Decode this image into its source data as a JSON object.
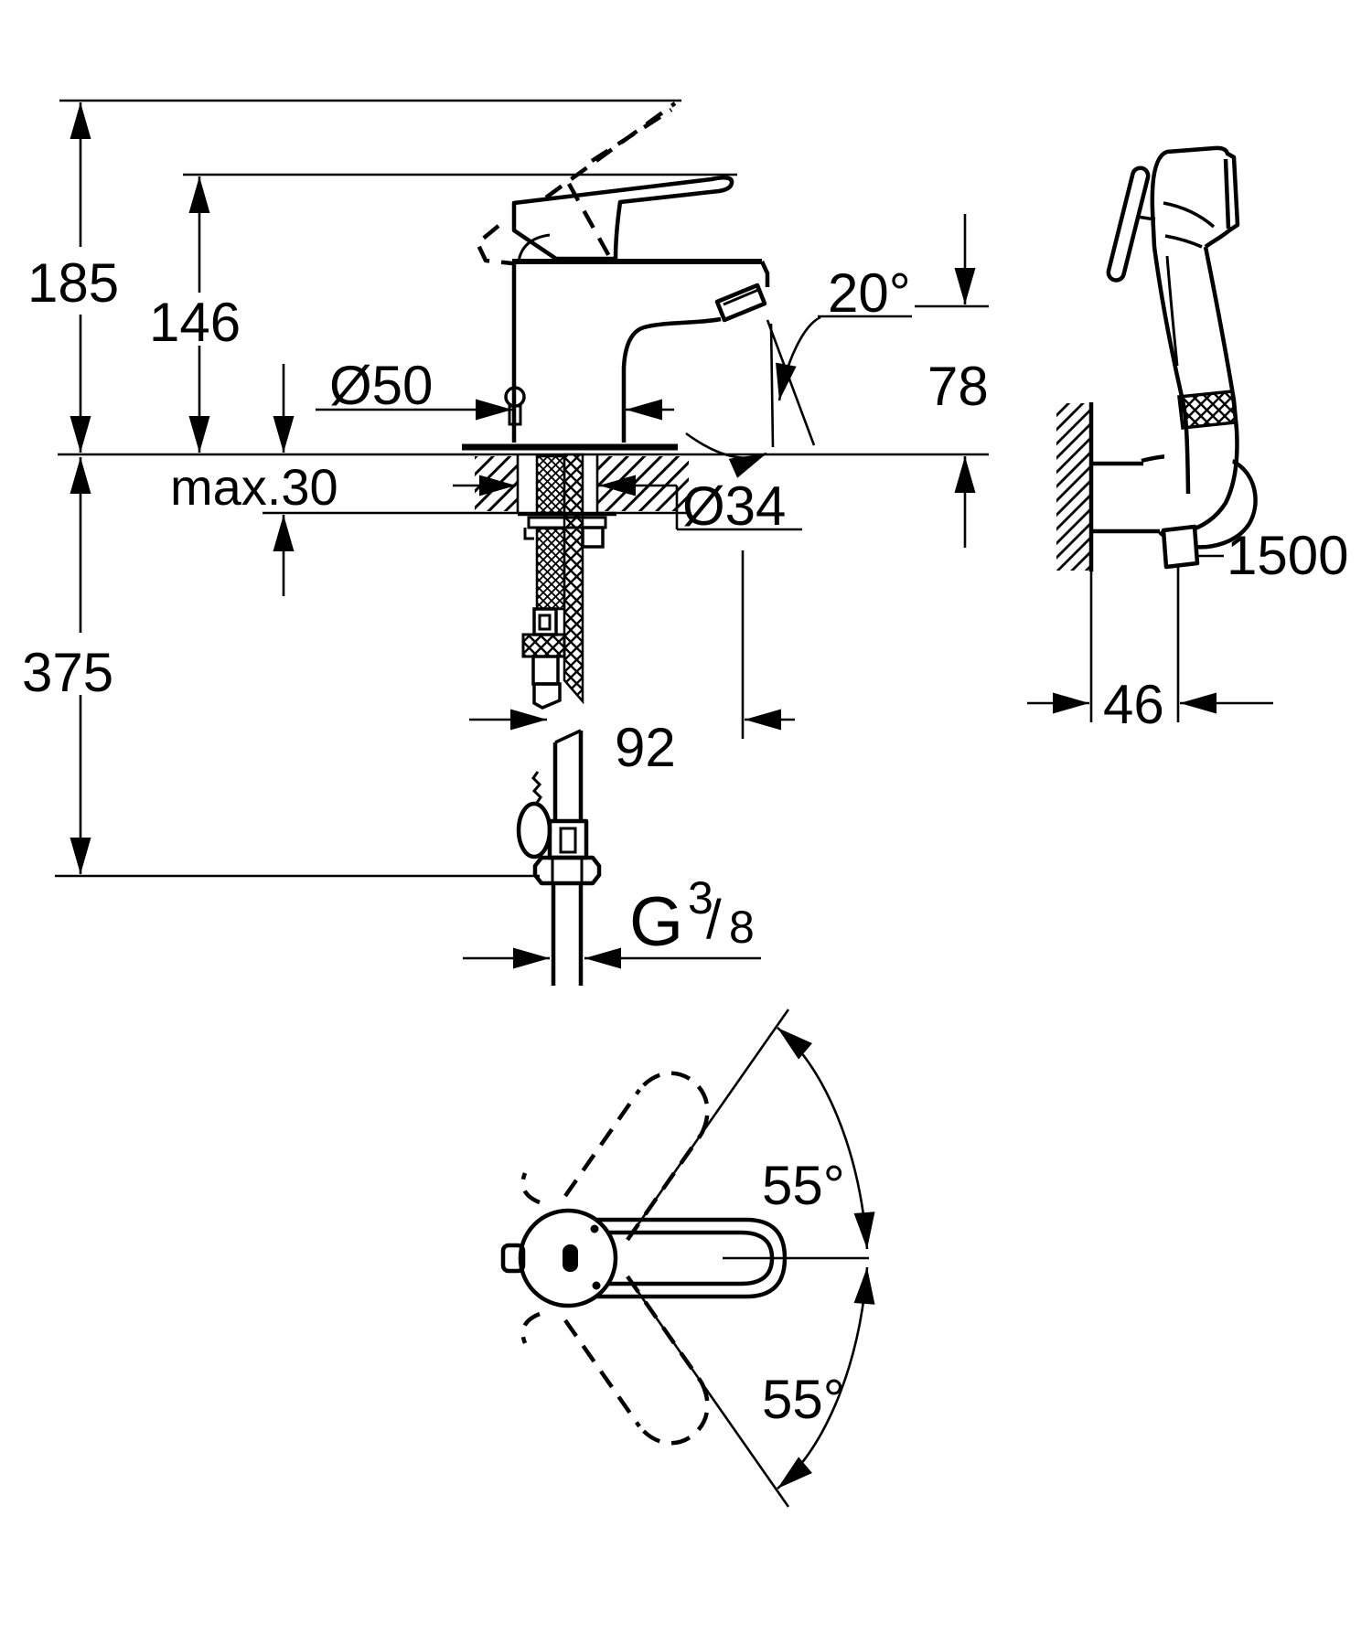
{
  "page": {
    "background": "#ffffff",
    "line_color": "#000000"
  },
  "labels": {
    "h185": "185",
    "h146": "146",
    "max30": "max.30",
    "d50": "Ø50",
    "deg20": "20°",
    "h78": "78",
    "d34": "Ø34",
    "h375": "375",
    "w92": "92",
    "g_main": "G",
    "g_sup": "3",
    "g_slash": "/",
    "g_sub": "8",
    "hose1500": "1500",
    "w46": "46",
    "deg55_upper": "55°",
    "deg55_lower": "55°"
  }
}
